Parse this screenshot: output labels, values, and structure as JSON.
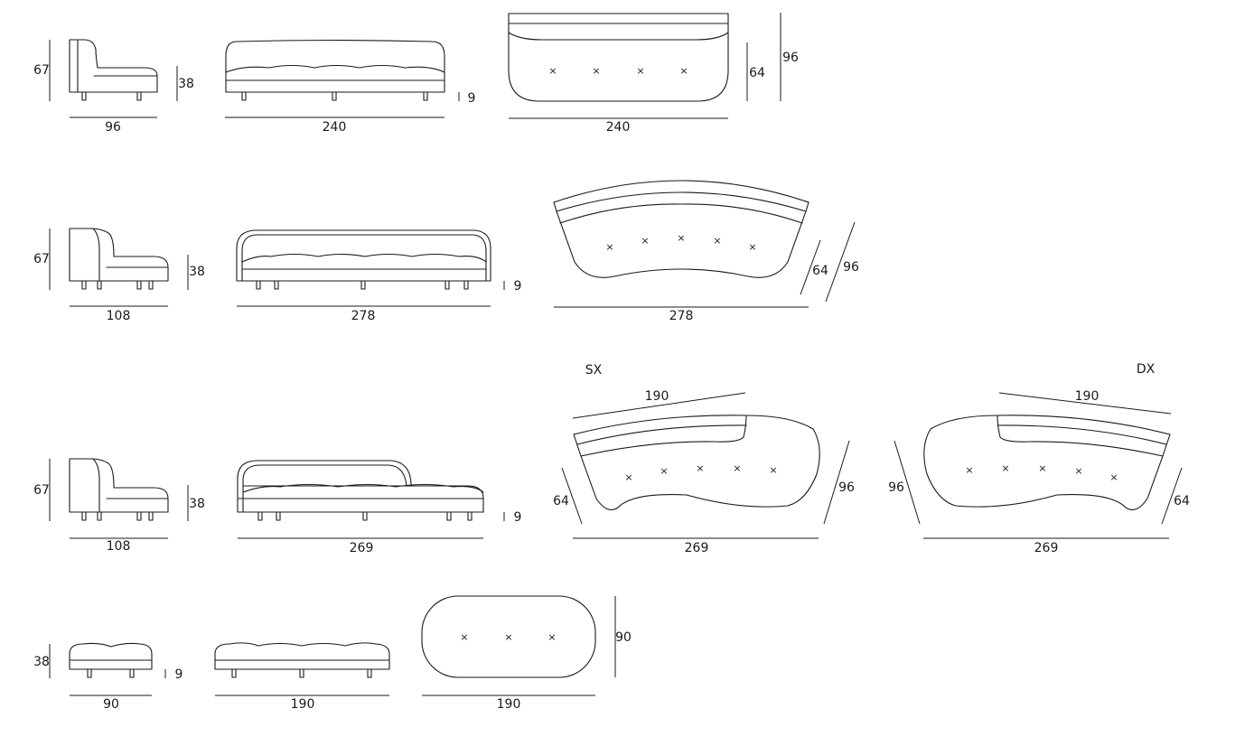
{
  "labels": {
    "sx": "SX",
    "dx": "DX"
  },
  "tuft_mark": "×",
  "dims": {
    "r1_side_h": "67",
    "r1_side_seat": "38",
    "r1_side_w": "96",
    "r1_front_w": "240",
    "r1_front_leg": "9",
    "r1_top_w": "240",
    "r1_top_d1": "64",
    "r1_top_d2": "96",
    "r2_side_h": "67",
    "r2_side_seat": "38",
    "r2_side_w": "108",
    "r2_front_w": "278",
    "r2_front_leg": "9",
    "r2_top_w": "278",
    "r2_top_d1": "64",
    "r2_top_d2": "96",
    "r3_side_h": "67",
    "r3_side_seat": "38",
    "r3_side_w": "108",
    "r3_front_w": "269",
    "r3_front_leg": "9",
    "r3_sx_back": "190",
    "r3_sx_left": "64",
    "r3_sx_right": "96",
    "r3_sx_w": "269",
    "r3_dx_back": "190",
    "r3_dx_left": "96",
    "r3_dx_right": "64",
    "r3_dx_w": "269",
    "r4_side_h": "38",
    "r4_side_leg": "9",
    "r4_side_w": "90",
    "r4_front_w": "190",
    "r4_top_w": "190",
    "r4_top_d": "90"
  }
}
